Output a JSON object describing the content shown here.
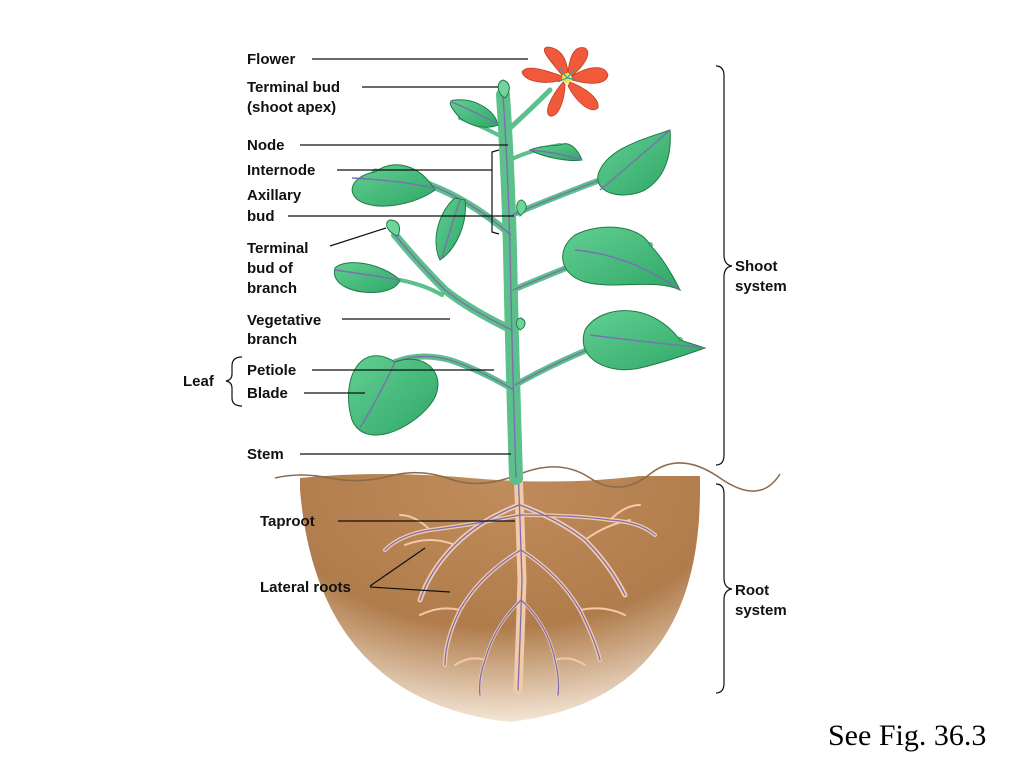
{
  "labels": {
    "flower": "Flower",
    "terminal_bud_1": "Terminal bud",
    "terminal_bud_2": "(shoot apex)",
    "node": "Node",
    "internode": "Internode",
    "axillary_1": "Axillary",
    "axillary_2": "bud",
    "branch_bud_1": "Terminal",
    "branch_bud_2": "bud of",
    "branch_bud_3": "branch",
    "veg_1": "Vegetative",
    "veg_2": "branch",
    "leaf": "Leaf",
    "petiole": "Petiole",
    "blade": "Blade",
    "stem": "Stem",
    "taproot": "Taproot",
    "lateral_roots": "Lateral roots",
    "shoot_1": "Shoot",
    "shoot_2": "system",
    "root_1": "Root",
    "root_2": "system"
  },
  "caption": "See Fig. 36.3",
  "colors": {
    "leaf": "#3cb878",
    "stem": "#5cc08a",
    "vein": "#7b6fb0",
    "soil": "#b9875a",
    "root": "#f3c9a8",
    "flower": "#f05a3a"
  }
}
